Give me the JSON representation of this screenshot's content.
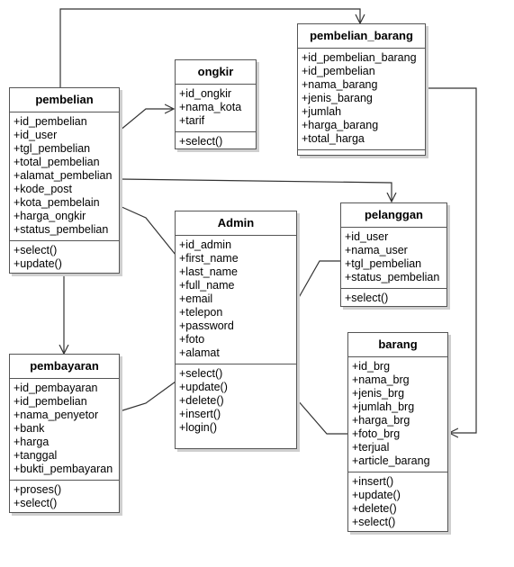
{
  "classes": {
    "pembelian": {
      "name": "pembelian",
      "attributes": [
        "+id_pembelian",
        "+id_user",
        "+tgl_pembelian",
        "+total_pembelian",
        "+alamat_pembelian",
        "+kode_post",
        "+kota_pembelain",
        "+harga_ongkir",
        "+status_pembelian"
      ],
      "operations": [
        "+select()",
        "+update()"
      ]
    },
    "ongkir": {
      "name": "ongkir",
      "attributes": [
        "+id_ongkir",
        "+nama_kota",
        "+tarif"
      ],
      "operations": [
        "+select()"
      ]
    },
    "pembelian_barang": {
      "name": "pembelian_barang",
      "attributes": [
        "+id_pembelian_barang",
        "+id_pembelian",
        "+nama_barang",
        "+jenis_barang",
        "+jumlah",
        "+harga_barang",
        "+total_harga"
      ],
      "operations": []
    },
    "admin": {
      "name": "Admin",
      "attributes": [
        "+id_admin",
        "+first_name",
        "+last_name",
        "+full_name",
        "+email",
        "+telepon",
        "+password",
        "+foto",
        "+alamat"
      ],
      "operations": [
        "+select()",
        "+update()",
        "+delete()",
        "+insert()",
        "+login()"
      ]
    },
    "pelanggan": {
      "name": "pelanggan",
      "attributes": [
        "+id_user",
        "+nama_user",
        "+tgl_pembelian",
        "+status_pembelian"
      ],
      "operations": [
        "+select()"
      ]
    },
    "pembayaran": {
      "name": "pembayaran",
      "attributes": [
        "+id_pembayaran",
        "+id_pembelian",
        "+nama_penyetor",
        "+bank",
        "+harga",
        "+tanggal",
        "+bukti_pembayaran"
      ],
      "operations": [
        "+proses()",
        "+select()"
      ]
    },
    "barang": {
      "name": "barang",
      "attributes": [
        "+id_brg",
        "+nama_brg",
        "+jenis_brg",
        "+jumlah_brg",
        "+harga_brg",
        "+foto_brg",
        "+terjual",
        "+article_barang"
      ],
      "operations": [
        "+insert()",
        "+update()",
        "+delete()",
        "+select()"
      ]
    }
  },
  "connectors": [
    {
      "id": "pembelian-to-pembelian-barang",
      "from": "pembelian",
      "to": "pembelian_barang",
      "arrow": true
    },
    {
      "id": "pembelian-to-ongkir",
      "from": "pembelian",
      "to": "ongkir",
      "arrow": true
    },
    {
      "id": "pembelian-to-pelanggan",
      "from": "pembelian",
      "to": "pelanggan",
      "arrow": true
    },
    {
      "id": "pembelian-to-pembayaran",
      "from": "pembelian",
      "to": "pembayaran",
      "arrow": true
    },
    {
      "id": "pembelian-barang-to-barang",
      "from": "pembelian_barang",
      "to": "barang",
      "arrow": true
    },
    {
      "id": "pembelian-admin-link",
      "from": "pembelian",
      "to": "admin",
      "arrow": false
    },
    {
      "id": "admin-pelanggan-link",
      "from": "admin",
      "to": "pelanggan",
      "arrow": false
    },
    {
      "id": "admin-pembayaran-link",
      "from": "admin",
      "to": "pembayaran",
      "arrow": false
    },
    {
      "id": "admin-barang-link",
      "from": "admin",
      "to": "barang",
      "arrow": false
    }
  ]
}
